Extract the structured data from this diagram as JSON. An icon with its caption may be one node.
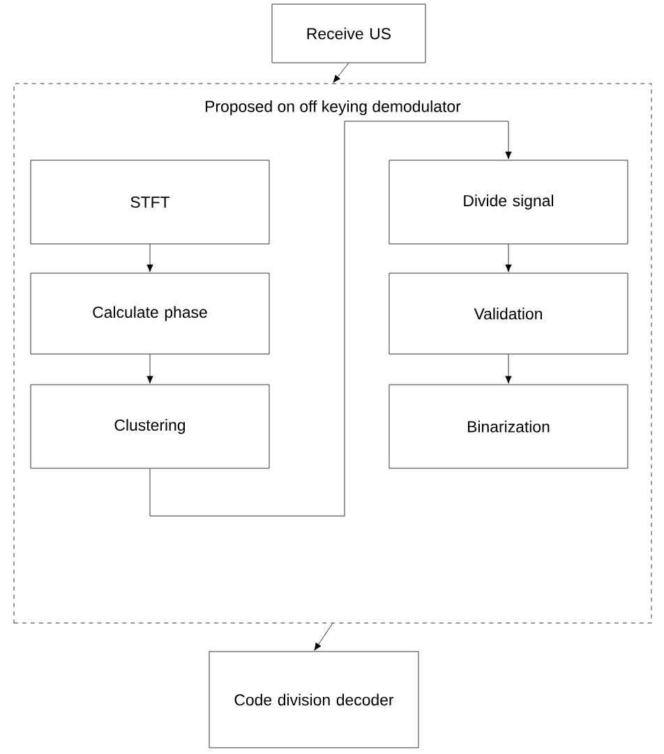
{
  "diagram": {
    "nodes": [
      {
        "text": [
          "Receive US"
        ]
      },
      {
        "text": [
          "Proposed on off keying demodulator"
        ]
      },
      {
        "text": [
          "STFT"
        ],
        "in": 1
      },
      {
        "text": [
          "Calculate phase"
        ],
        "in": 1
      },
      {
        "text": [
          "Clustering"
        ],
        "in": 1
      },
      {
        "text": [
          "Divide signal"
        ],
        "in": 1
      },
      {
        "text": [
          "Validation"
        ],
        "in": 1
      },
      {
        "text": [
          "Binarization"
        ],
        "in": 1
      },
      {
        "text": [
          "Code division decoder"
        ]
      }
    ],
    "edges": [
      {
        "from": 0,
        "to": 1,
        "arrow": "to"
      },
      {
        "from": 2,
        "to": 3,
        "arrow": "to"
      },
      {
        "from": 3,
        "to": 4,
        "arrow": "to"
      },
      {
        "from": 4,
        "to": 5,
        "arrow": "to"
      },
      {
        "from": 5,
        "to": 6,
        "arrow": "to"
      },
      {
        "from": 6,
        "to": 7,
        "arrow": "to"
      },
      {
        "from": 1,
        "to": 8,
        "arrow": "to"
      }
    ]
  }
}
